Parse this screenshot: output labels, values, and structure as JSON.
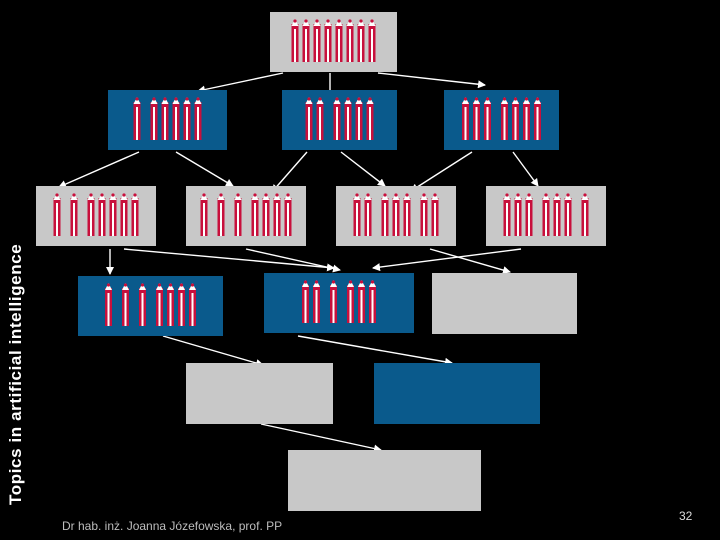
{
  "slide": {
    "side_title": "Topics in artificial intelligence",
    "footer": "Dr hab. inż. Joanna Józefowska, prof. PP",
    "page_number": "32"
  },
  "colors": {
    "background": "#000000",
    "grey_box": "#c8c8c8",
    "blue_box": "#0a5a8c",
    "stick_body": "#c8103c",
    "stick_stripe": "#ffffff",
    "arrow": "#ffffff"
  },
  "diagram": {
    "nodes": [
      {
        "id": "root",
        "color": "grey",
        "groups": [
          8
        ]
      },
      {
        "id": "level1-a",
        "color": "blue",
        "groups": [
          1,
          5
        ]
      },
      {
        "id": "level1-b",
        "color": "blue",
        "groups": [
          2,
          4
        ]
      },
      {
        "id": "level1-c",
        "color": "blue",
        "groups": [
          3,
          4
        ]
      },
      {
        "id": "level2-a",
        "color": "grey",
        "groups": [
          1,
          1,
          5
        ]
      },
      {
        "id": "level2-b",
        "color": "grey",
        "groups": [
          1,
          1,
          1,
          4
        ]
      },
      {
        "id": "level2-c",
        "color": "grey",
        "groups": [
          2,
          3,
          2
        ]
      },
      {
        "id": "level2-d",
        "color": "grey",
        "groups": [
          3,
          3,
          1
        ]
      },
      {
        "id": "level3-a",
        "color": "blue",
        "groups": [
          1,
          1,
          1,
          4
        ]
      },
      {
        "id": "level3-b",
        "color": "blue",
        "groups": [
          2,
          1,
          3
        ]
      },
      {
        "id": "level3-c",
        "color": "grey",
        "groups": []
      },
      {
        "id": "level4-a",
        "color": "grey",
        "groups": []
      },
      {
        "id": "level4-b",
        "color": "blue",
        "groups": []
      },
      {
        "id": "level5",
        "color": "grey",
        "groups": []
      }
    ],
    "edges": [
      [
        "root",
        "level1-a"
      ],
      [
        "root",
        "level1-b"
      ],
      [
        "root",
        "level1-c"
      ],
      [
        "level1-a",
        "level2-a"
      ],
      [
        "level1-a",
        "level2-b"
      ],
      [
        "level1-b",
        "level2-b"
      ],
      [
        "level1-b",
        "level2-c"
      ],
      [
        "level1-c",
        "level2-c"
      ],
      [
        "level1-c",
        "level2-d"
      ],
      [
        "level2-a",
        "level3-a"
      ],
      [
        "level2-a",
        "level3-b"
      ],
      [
        "level2-b",
        "level3-b"
      ],
      [
        "level2-d",
        "level3-b"
      ],
      [
        "level2-c",
        "level3-c"
      ],
      [
        "level3-a",
        "level4-a"
      ],
      [
        "level3-b",
        "level4-b"
      ],
      [
        "level4-a",
        "level5"
      ]
    ]
  }
}
